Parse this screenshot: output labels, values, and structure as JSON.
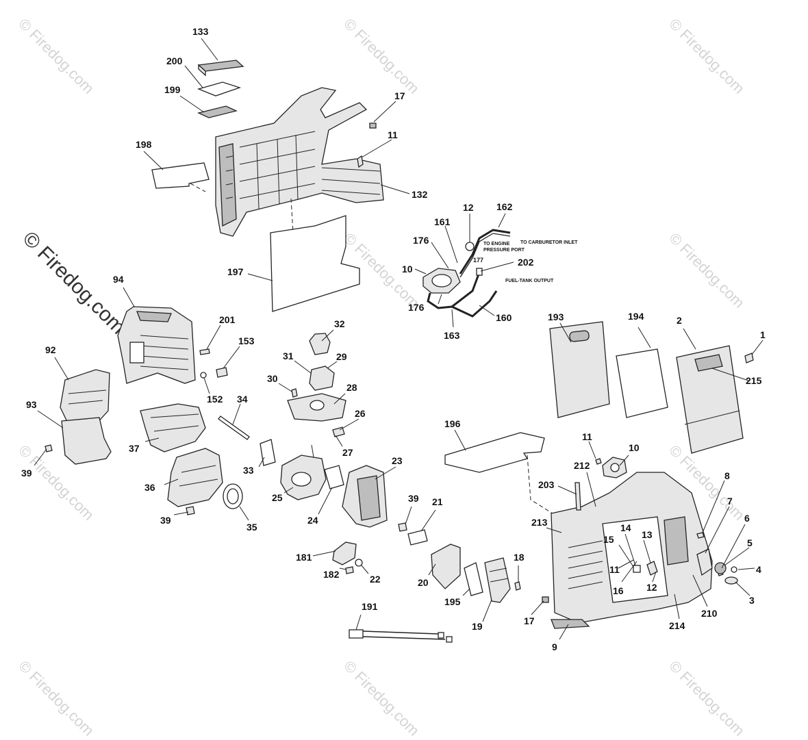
{
  "watermark": {
    "text": "© Firedog.com",
    "big_text": "© Firedog.com"
  },
  "notes": {
    "carburetor_inlet": "TO CARBURETOR INLET",
    "engine_pressure_1": "TO ENGINE",
    "engine_pressure_2": "PRESSURE PORT",
    "fuel_tank_output": "FUEL-TANK OUTPUT"
  },
  "labels": {
    "l133": "133",
    "l200": "200",
    "l199": "199",
    "l17a": "17",
    "l11a": "11",
    "l198": "198",
    "l132": "132",
    "l197": "197",
    "l12a": "12",
    "l162": "162",
    "l161": "161",
    "l176a": "176",
    "l10a": "10",
    "l177": "177",
    "l202": "202",
    "l176b": "176",
    "l163": "163",
    "l160": "160",
    "l94": "94",
    "l201": "201",
    "l153": "153",
    "l152": "152",
    "l92": "92",
    "l93": "93",
    "l39a": "39",
    "l32": "32",
    "l31": "31",
    "l29": "29",
    "l30": "30",
    "l28": "28",
    "l34": "34",
    "l26": "26",
    "l27": "27",
    "l37": "37",
    "l33": "33",
    "l23": "23",
    "l25": "25",
    "l36": "36",
    "l24": "24",
    "l35": "35",
    "l39b": "39",
    "l39c": "39",
    "l21": "21",
    "l181": "181",
    "l182": "182",
    "l22": "22",
    "l20": "20",
    "l195": "195",
    "l19": "19",
    "l18": "18",
    "l17b": "17",
    "l191": "191",
    "l193": "193",
    "l194": "194",
    "l2": "2",
    "l1": "1",
    "l215": "215",
    "l196": "196",
    "l11b": "11",
    "l10b": "10",
    "l212": "212",
    "l203": "203",
    "l8": "8",
    "l7": "7",
    "l213": "213",
    "l14": "14",
    "l15": "15",
    "l13": "13",
    "l6": "6",
    "l5": "5",
    "l4": "4",
    "l3": "3",
    "l11c": "11",
    "l16": "16",
    "l12b": "12",
    "l210": "210",
    "l214": "214",
    "l9": "9"
  }
}
